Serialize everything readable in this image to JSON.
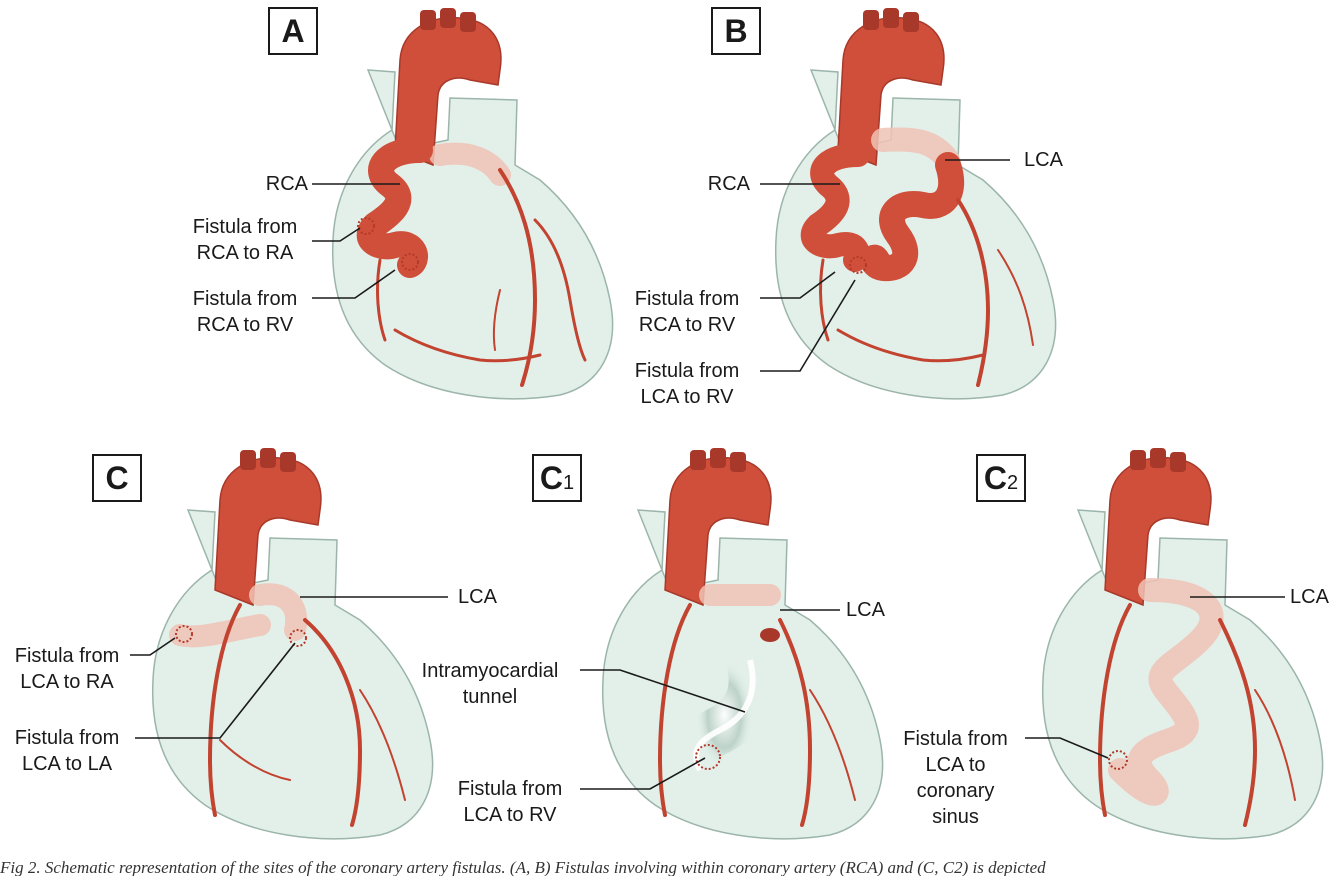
{
  "panels": {
    "A": {
      "label": "A",
      "sub": ""
    },
    "B": {
      "label": "B",
      "sub": ""
    },
    "C": {
      "label": "C",
      "sub": ""
    },
    "C1": {
      "label": "C",
      "sub": "1"
    },
    "C2": {
      "label": "C",
      "sub": "2"
    }
  },
  "labels": {
    "a_rca": "RCA",
    "a_fistula_ra": [
      "Fistula from",
      "RCA to RA"
    ],
    "a_fistula_rv": [
      "Fistula from",
      "RCA to RV"
    ],
    "b_rca": "RCA",
    "b_lca": "LCA",
    "b_fistula_rca_rv": [
      "Fistula from",
      "RCA to RV"
    ],
    "b_fistula_lca_rv": [
      "Fistula from",
      "LCA to RV"
    ],
    "c_lca": "LCA",
    "c_fistula_ra": [
      "Fistula from",
      "LCA to RA"
    ],
    "c_fistula_la": [
      "Fistula from",
      "LCA to LA"
    ],
    "c1_lca": "LCA",
    "c1_tunnel": [
      "Intramyocardial",
      "tunnel"
    ],
    "c1_fistula_rv": [
      "Fistula from",
      "LCA to RV"
    ],
    "c2_lca": "LCA",
    "c2_fistula_cs": [
      "Fistula from",
      "LCA to",
      "coronary",
      "sinus"
    ]
  },
  "caption": "Fig 2. Schematic representation of the sites of the coronary artery fistulas. (A, B) Fistulas involving within coronary artery (RCA) and (C, C2) is depicted",
  "colors": {
    "heart_fill": "#e3f0ea",
    "heart_stroke": "#9bb5aa",
    "aorta": "#cf4f3a",
    "aorta_dark": "#a8392a",
    "vessel": "#c2432f",
    "fistula_marker": "#b33a2a",
    "faint_vessel": "#f0c2b5"
  }
}
